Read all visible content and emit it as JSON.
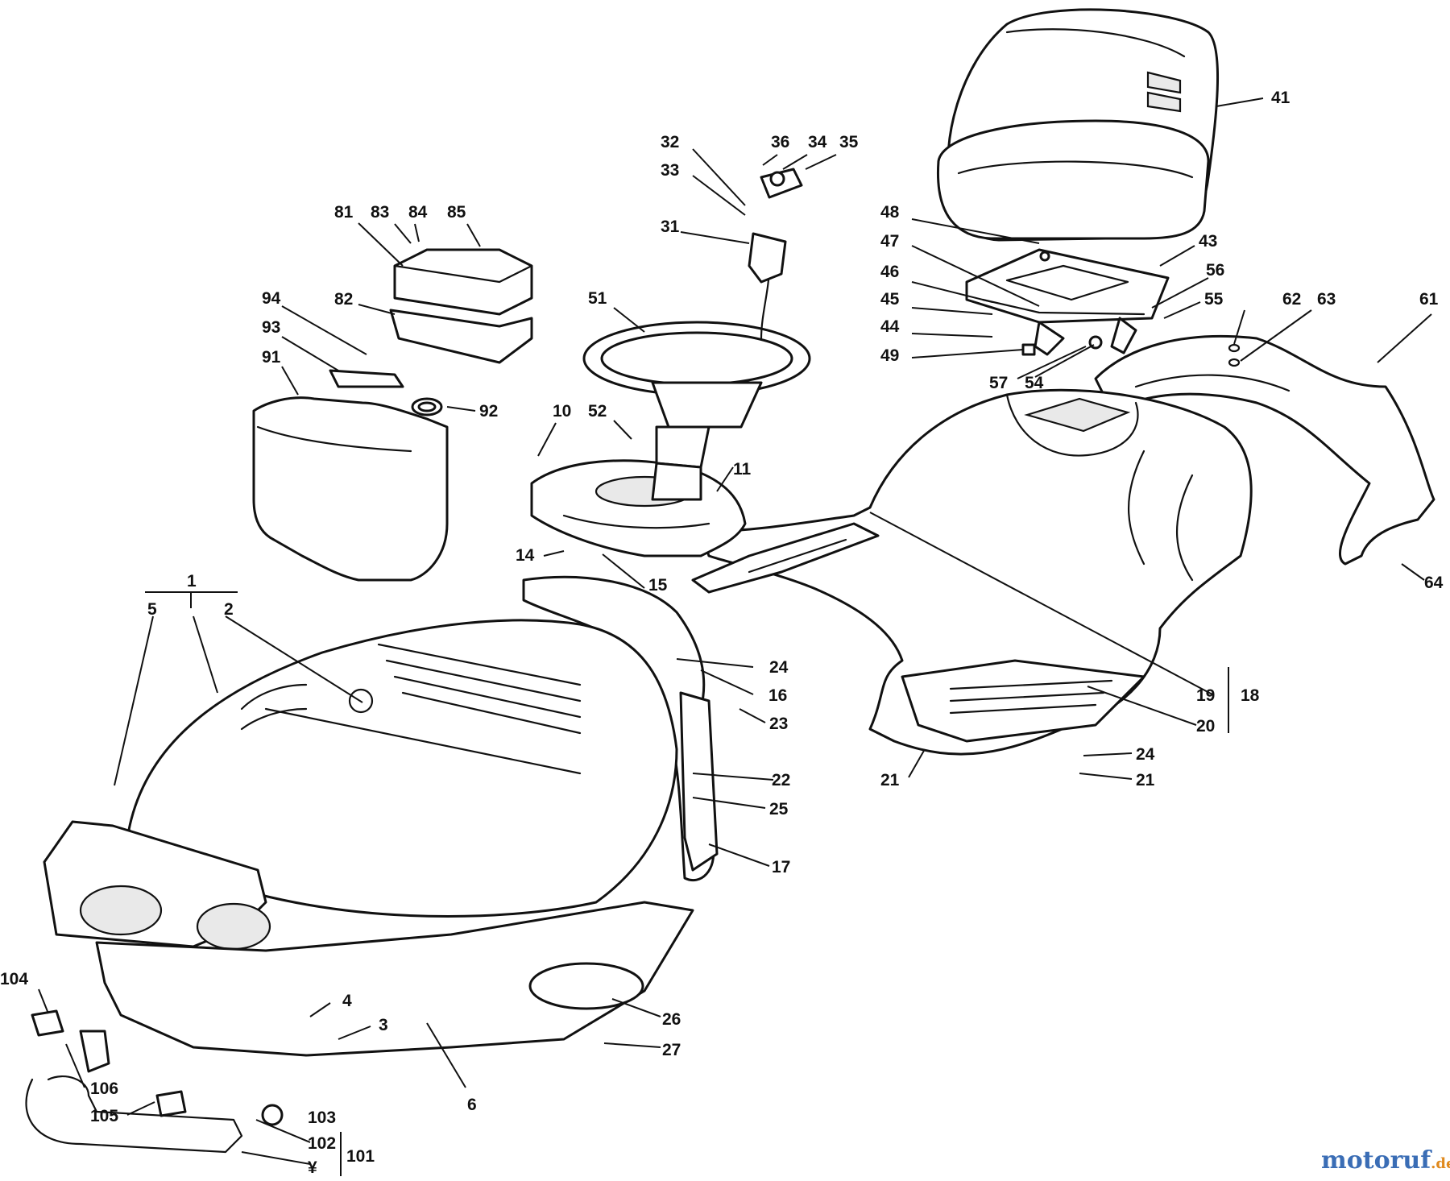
{
  "diagram": {
    "type": "exploded parts diagram",
    "labels": {
      "l1": "1",
      "l2": "2",
      "l3": "3",
      "l4": "4",
      "l5": "5",
      "l6": "6",
      "l10": "10",
      "l11": "11",
      "l14": "14",
      "l15": "15",
      "l16": "16",
      "l17": "17",
      "l18": "18",
      "l19": "19",
      "l20": "20",
      "l21a": "21",
      "l21b": "21",
      "l22": "22",
      "l23": "23",
      "l24a": "24",
      "l24b": "24",
      "l25": "25",
      "l26": "26",
      "l27": "27",
      "l31": "31",
      "l32": "32",
      "l33": "33",
      "l34": "34",
      "l35": "35",
      "l36": "36",
      "l41": "41",
      "l43": "43",
      "l44": "44",
      "l45": "45",
      "l46": "46",
      "l47": "47",
      "l48": "48",
      "l49": "49",
      "l51": "51",
      "l52": "52",
      "l54": "54",
      "l55": "55",
      "l56": "56",
      "l57": "57",
      "l61": "61",
      "l62": "62",
      "l63": "63",
      "l64": "64",
      "l81": "81",
      "l82": "82",
      "l83": "83",
      "l84": "84",
      "l85": "85",
      "l91": "91",
      "l92": "92",
      "l93": "93",
      "l94": "94",
      "l101": "101",
      "l102": "102",
      "l103": "103",
      "l104": "104",
      "l105": "105",
      "l106": "106",
      "lyen": "¥"
    }
  },
  "watermark": {
    "part1": "motoruf",
    "part2": ".de",
    "color1": "#3a6db5",
    "color2": "#e08a1e"
  }
}
